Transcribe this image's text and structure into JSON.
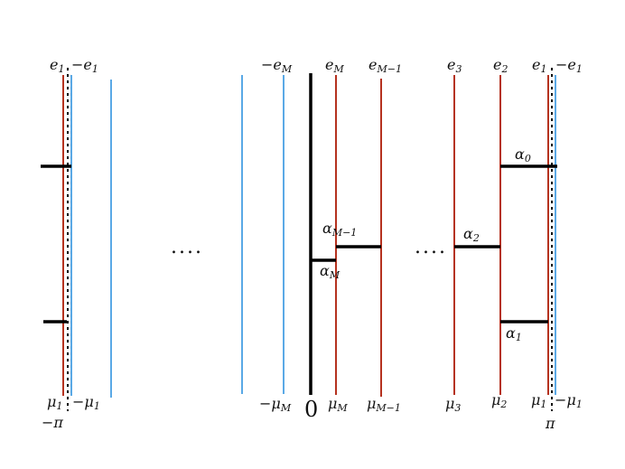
{
  "colors": {
    "red": "#b5321f",
    "blue": "#5aa9e6",
    "black": "#000000"
  },
  "ellipsis": "....",
  "top_labels": {
    "left_e1": "e",
    "left_e1_sub": "1",
    "left_neg_e1": "−e",
    "left_neg_e1_sub": "1",
    "neg_eM": "−e",
    "neg_eM_sub": "M",
    "eM": "e",
    "eM_sub": "M",
    "eM1": "e",
    "eM1_sub": "M−1",
    "e3": "e",
    "e3_sub": "3",
    "e2": "e",
    "e2_sub": "2",
    "right_e1": "e",
    "right_e1_sub": "1",
    "right_neg_e1": "−e",
    "right_neg_e1_sub": "1"
  },
  "bottom_labels": {
    "left_mu1": "μ",
    "left_mu1_sub": "1",
    "left_neg_mu1": "−μ",
    "left_neg_mu1_sub": "1",
    "neg_pi": "−π",
    "neg_muM": "−μ",
    "neg_muM_sub": "M",
    "zero": "0",
    "muM": "μ",
    "muM_sub": "M",
    "muM1": "μ",
    "muM1_sub": "M−1",
    "mu3": "μ",
    "mu3_sub": "3",
    "mu2": "μ",
    "mu2_sub": "2",
    "right_mu1": "μ",
    "right_mu1_sub": "1",
    "right_neg_mu1": "−μ",
    "right_neg_mu1_sub": "1",
    "pi": "π"
  },
  "alpha_labels": {
    "alpha0": "α",
    "alpha0_sub": "0",
    "alphaM1": "α",
    "alphaM1_sub": "M−1",
    "alphaM": "α",
    "alphaM_sub": "M",
    "alpha2": "α",
    "alpha2_sub": "2",
    "alpha1": "α",
    "alpha1_sub": "1"
  }
}
